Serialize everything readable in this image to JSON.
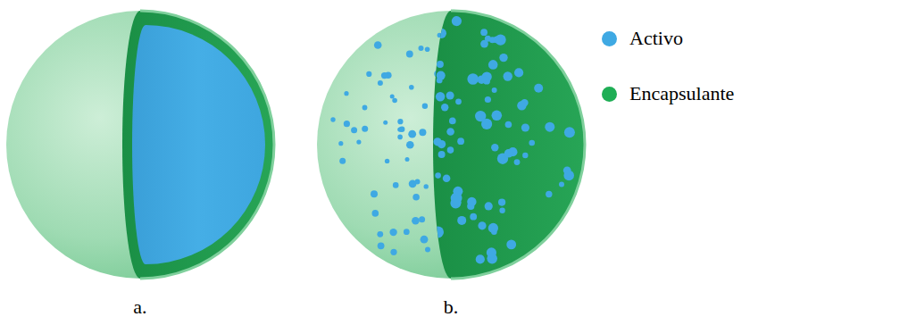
{
  "diagram": {
    "labels": [
      "a.",
      "b."
    ],
    "legend": [
      {
        "text": "Activo",
        "color": "#3fa9e3"
      },
      {
        "text": "Encapsulante",
        "color": "#1fae55"
      }
    ]
  }
}
